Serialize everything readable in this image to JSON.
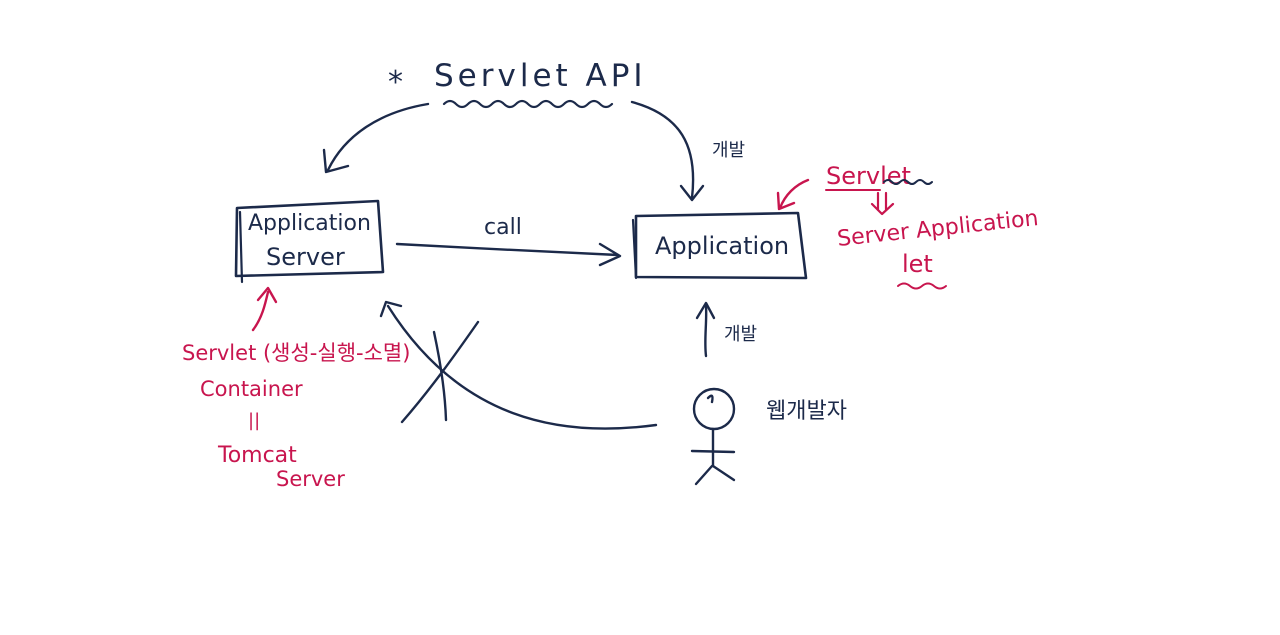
{
  "colors": {
    "ink": "#1c2a4a",
    "accent": "#c8154e",
    "background": "#ffffff"
  },
  "title": {
    "star": "*",
    "text": "Servlet API"
  },
  "nodes": {
    "app_server": {
      "line1": "Application",
      "line2": "Server"
    },
    "application": {
      "label": "Application"
    }
  },
  "edges": {
    "call": "call",
    "api_dev": "개발",
    "dev_up": "개발"
  },
  "actor": {
    "label": "웹개발자"
  },
  "notes": {
    "servlet_word": "Servlet",
    "servlet_expansion": "Server Application",
    "servlet_let": "let",
    "container_line1": "Servlet (생성-실행-소멸)",
    "container_line2": "Container",
    "equals": "||",
    "tomcat": "Tomcat",
    "tomcat_server": "Server"
  }
}
